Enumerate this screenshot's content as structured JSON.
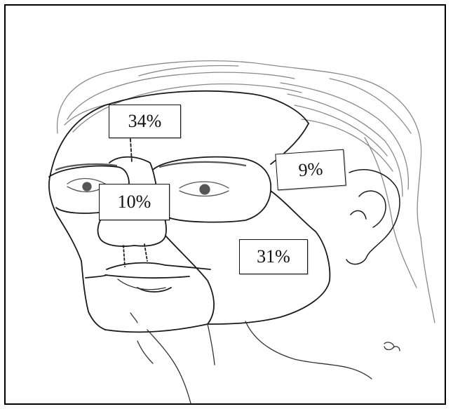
{
  "diagram": {
    "regions": [
      {
        "id": "forehead",
        "percent": "34%"
      },
      {
        "id": "temple",
        "percent": "9%"
      },
      {
        "id": "nose",
        "percent": "10%"
      },
      {
        "id": "cheek",
        "percent": "31%"
      }
    ],
    "colors": {
      "line": "#1a1a1a",
      "hair": "#8a8a8a",
      "background": "#ffffff"
    }
  }
}
